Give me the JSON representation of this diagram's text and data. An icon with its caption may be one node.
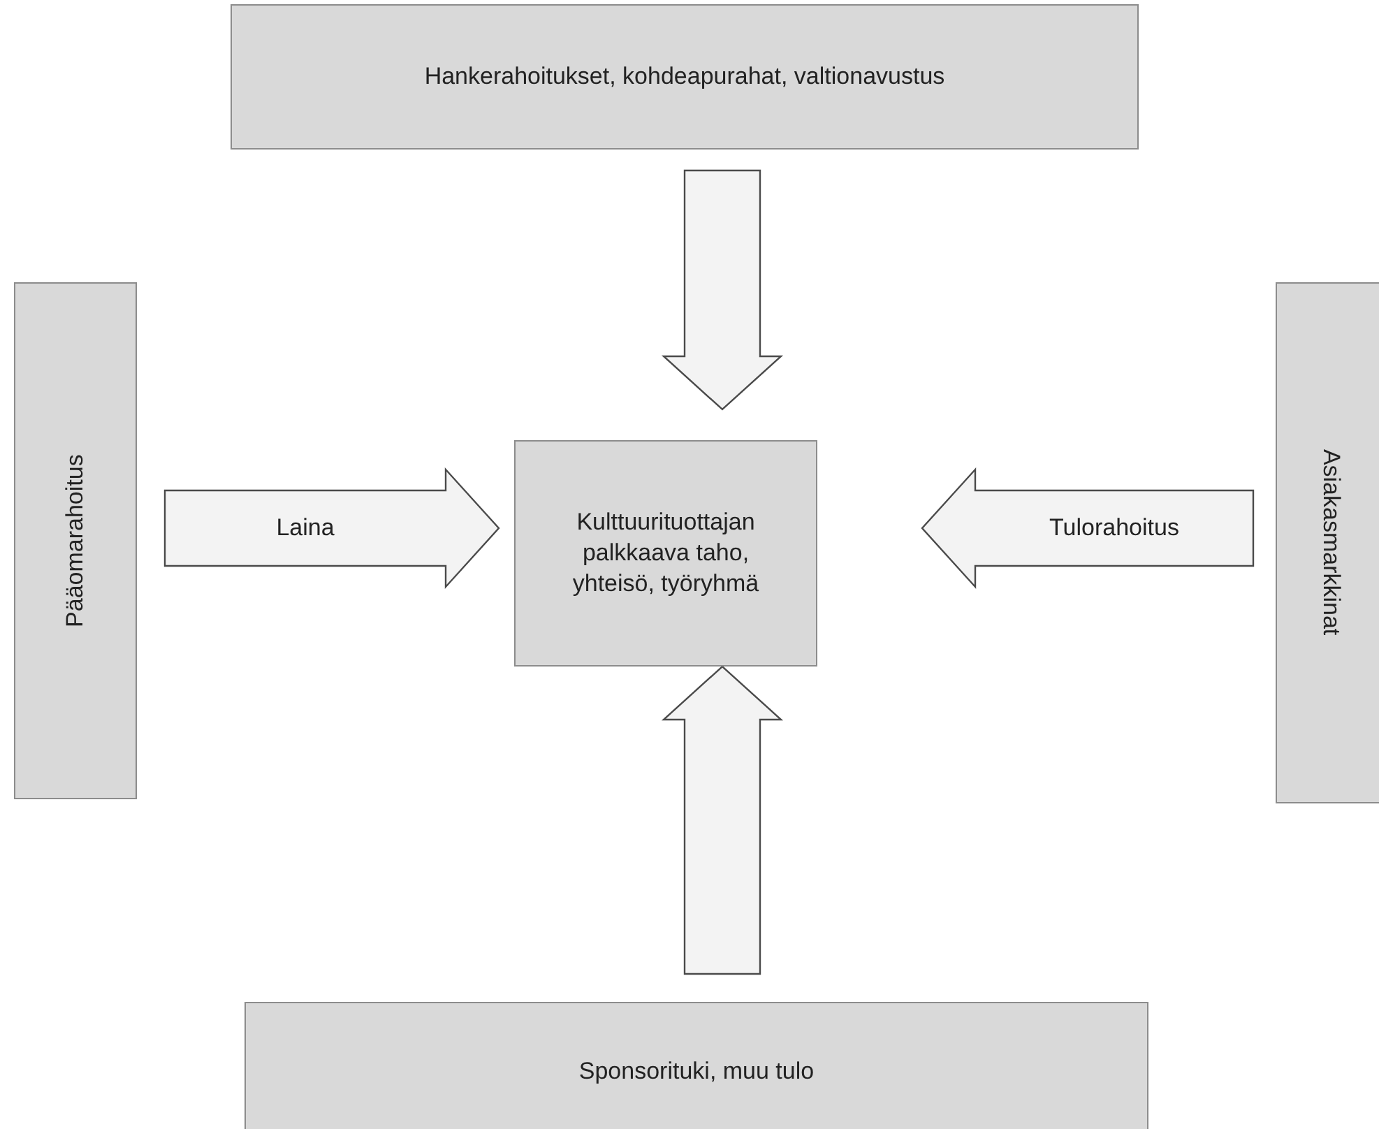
{
  "diagram": {
    "nodes": [
      {
        "text": [
          "Hankerahoitukset, kohdeapurahat, valtionavustus"
        ]
      },
      {
        "text": [
          "Pääomarahoitus"
        ]
      },
      {
        "text": [
          "Kulttuurituottajan palkkaava taho, yhteisö, työryhmä"
        ]
      },
      {
        "text": [
          "Asiakasmarkkinat"
        ]
      },
      {
        "text": [
          "Sponsorituki, muu tulo"
        ]
      }
    ],
    "edges": [
      {
        "from": 0,
        "to": 2,
        "arrow": "to"
      },
      {
        "from": 1,
        "to": 2,
        "arrow": "to",
        "label": "Laina"
      },
      {
        "from": 3,
        "to": 2,
        "arrow": "to",
        "label": "Tulorahoitus"
      },
      {
        "from": 4,
        "to": 2,
        "arrow": "to"
      }
    ]
  }
}
